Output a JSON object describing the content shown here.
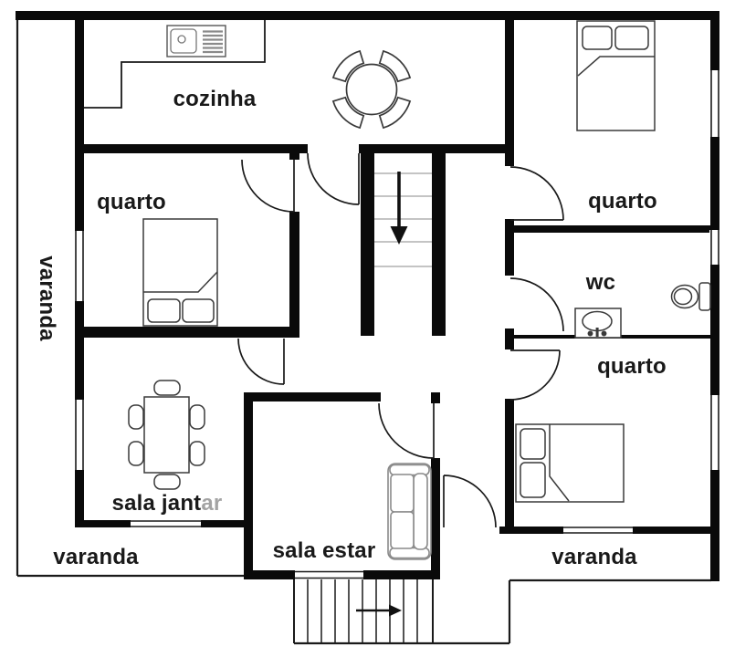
{
  "document": {
    "type": "residential-floor-plan"
  },
  "labels": {
    "kitchen": "cozinha",
    "bedroom_top_left": "quarto",
    "bedroom_top_right": "quarto",
    "bedroom_bottom_right": "quarto",
    "wc": "wc",
    "dining_room_main": "sala jant",
    "dining_room_suffix": "ar",
    "living_room": "sala estar",
    "veranda_side": "varanda",
    "veranda_bottom_left": "varanda",
    "veranda_bottom_right": "varanda"
  },
  "stairs": {
    "interior_arrow_direction": "down",
    "entrance_arrow_direction": "right"
  },
  "furniture_icons": [
    "kitchen-sink",
    "round-table-with-4-chairs",
    "double-bed-top-left",
    "double-bed-top-right",
    "double-bed-bottom-right",
    "dining-table-with-6-chairs",
    "sofa",
    "wc-sink",
    "toilet"
  ],
  "colors": {
    "background": "#ffffff",
    "wall": "#0a0a0a",
    "thin_line": "#1a1a1a",
    "furniture_line": "#3a3a3a",
    "sofa_line": "#8a8a8a",
    "stair_tread": "#b0b0b0",
    "text": "#191919",
    "text_muted": "#a3a3a3"
  }
}
